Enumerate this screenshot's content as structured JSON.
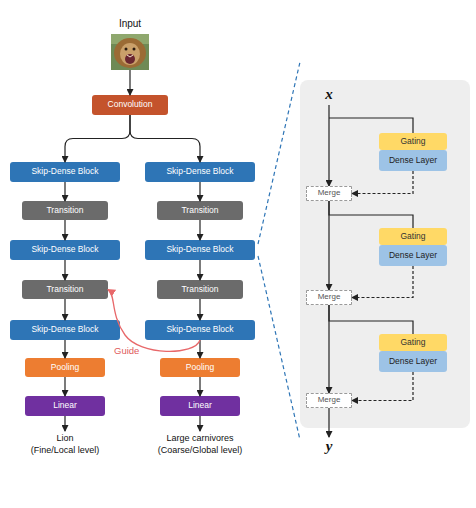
{
  "diagram": {
    "nodes": [
      {
        "text": [
          "Input"
        ]
      },
      {
        "text": [
          "Convolution"
        ]
      },
      {
        "text": [
          "Skip-Dense Block"
        ]
      },
      {
        "text": [
          "Transition"
        ]
      },
      {
        "text": [
          "Skip-Dense Block"
        ]
      },
      {
        "text": [
          "Transition"
        ]
      },
      {
        "text": [
          "Skip-Dense Block"
        ]
      },
      {
        "text": [
          "Pooling"
        ]
      },
      {
        "text": [
          "Linear"
        ]
      },
      {
        "text": [
          "Skip-Dense Block"
        ]
      },
      {
        "text": [
          "Transition"
        ]
      },
      {
        "text": [
          "Skip-Dense Block"
        ]
      },
      {
        "text": [
          "Transition"
        ]
      },
      {
        "text": [
          "Skip-Dense Block"
        ]
      },
      {
        "text": [
          "Pooling"
        ]
      },
      {
        "text": [
          "Linear"
        ]
      },
      {
        "text": [
          "Gating"
        ]
      },
      {
        "text": [
          "Dense Layer"
        ]
      },
      {
        "text": [
          "Merge"
        ]
      },
      {
        "text": [
          "Gating"
        ]
      },
      {
        "text": [
          "Dense Layer"
        ]
      },
      {
        "text": [
          "Merge"
        ]
      },
      {
        "text": [
          "Gating"
        ]
      },
      {
        "text": [
          "Dense Layer"
        ]
      },
      {
        "text": [
          "Merge"
        ]
      }
    ],
    "edges": [
      {
        "from": 0,
        "to": 1,
        "arrow": "to"
      },
      {
        "from": 1,
        "to": 2,
        "arrow": "to"
      },
      {
        "from": 1,
        "to": 9,
        "arrow": "to"
      },
      {
        "from": 2,
        "to": 3,
        "arrow": "to"
      },
      {
        "from": 3,
        "to": 4,
        "arrow": "to"
      },
      {
        "from": 4,
        "to": 5,
        "arrow": "to"
      },
      {
        "from": 5,
        "to": 6,
        "arrow": "to"
      },
      {
        "from": 6,
        "to": 7,
        "arrow": "to"
      },
      {
        "from": 7,
        "to": 8,
        "arrow": "to"
      },
      {
        "from": 9,
        "to": 10,
        "arrow": "to"
      },
      {
        "from": 10,
        "to": 11,
        "arrow": "to"
      },
      {
        "from": 11,
        "to": 12,
        "arrow": "to"
      },
      {
        "from": 12,
        "to": 13,
        "arrow": "to"
      },
      {
        "from": 13,
        "to": 14,
        "arrow": "to"
      },
      {
        "from": 14,
        "to": 15,
        "arrow": "to"
      },
      {
        "from": 13,
        "to": 5,
        "label": "Guide",
        "arrow": "to"
      },
      {
        "from": 17,
        "to": 18,
        "arrow": "to"
      },
      {
        "from": 18,
        "to": 21,
        "arrow": "to"
      },
      {
        "from": 18,
        "to": 19,
        "arrow": "none"
      },
      {
        "from": 20,
        "to": 21,
        "arrow": "to"
      },
      {
        "from": 21,
        "to": 24,
        "arrow": "to"
      },
      {
        "from": 21,
        "to": 22,
        "arrow": "none"
      },
      {
        "from": 23,
        "to": 24,
        "arrow": "to"
      }
    ],
    "labels": [
      "Lion",
      "(Fine/Local level)",
      "Large carnivores",
      "(Coarse/Global level)",
      "x",
      "y"
    ]
  }
}
